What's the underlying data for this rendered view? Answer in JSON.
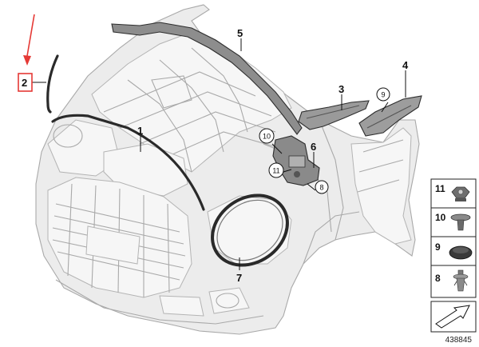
{
  "callouts": {
    "part_1": "1",
    "part_2": "2",
    "part_3": "3",
    "part_4": "4",
    "part_5": "5",
    "part_6": "6",
    "part_7": "7",
    "part_8_circle": "8",
    "part_9_circle": "9",
    "part_10_circle": "10",
    "part_11_circle": "11"
  },
  "legend": {
    "items": [
      {
        "number": "11",
        "icon": "hex-nut-icon"
      },
      {
        "number": "10",
        "icon": "plastic-expansion-rivet-icon"
      },
      {
        "number": "9",
        "icon": "rubber-plug-icon"
      },
      {
        "number": "8",
        "icon": "push-in-clip-icon"
      }
    ],
    "footer_icon": "forward-arrow-icon"
  },
  "diagram_id": "438845",
  "colors": {
    "highlight": "#e53935",
    "seal": "#2a2a2a",
    "body": "#ececec"
  }
}
